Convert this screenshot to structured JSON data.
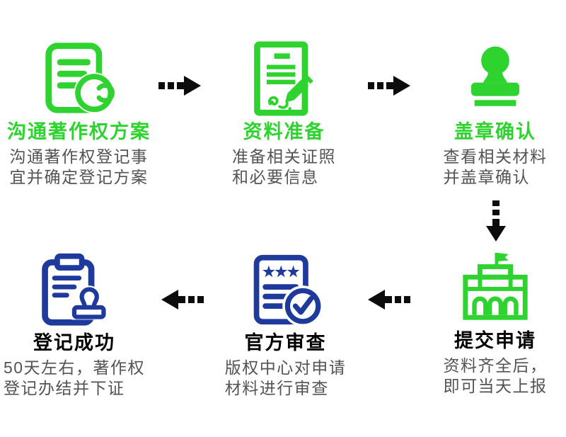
{
  "page": {
    "type": "copyright-registration-flowchart",
    "background": "#ffffff"
  },
  "colors": {
    "step_green": "#2fd32f",
    "step_blue": "#1d3a9c",
    "title_black": "#000000",
    "description_gray": "#535353",
    "arrow_black": "#0c0c0c"
  },
  "steps": [
    {
      "title": "沟通著作权方案",
      "desc1": "沟通著作权登记事",
      "desc2": "宜并确定登记方案",
      "icon": "document-copyright-icon",
      "icon_color": "#2fd32f",
      "title_color": "#2fd32f"
    },
    {
      "title": "资料准备",
      "desc1": "准备相关证照",
      "desc2": "和必要信息",
      "icon": "document-pencil-icon",
      "icon_color": "#2fd32f",
      "title_color": "#2fd32f"
    },
    {
      "title": "盖章确认",
      "desc1": "查看相关材料",
      "desc2": "并盖章确认",
      "icon": "stamp-icon",
      "icon_color": "#2fd32f",
      "title_color": "#2fd32f"
    },
    {
      "title": "提交申请",
      "desc1": "资料齐全后，",
      "desc2": "即可当天上报",
      "icon": "government-building-icon",
      "icon_color": "#2fd32f",
      "title_color": "#000000"
    },
    {
      "title": "官方审查",
      "desc1": "版权中心对申请",
      "desc2": "材料进行审查",
      "icon": "document-check-icon",
      "icon_color": "#1d3a9c",
      "title_color": "#000000"
    },
    {
      "title": "登记成功",
      "desc1": "50天左右，著作权",
      "desc2": "登记办结并下证",
      "icon": "clipboard-stamp-icon",
      "icon_color": "#1d3a9c",
      "title_color": "#000000"
    }
  ],
  "arrows": [
    {
      "name": "dashed-arrow-right-1",
      "direction": "right"
    },
    {
      "name": "dashed-arrow-right-2",
      "direction": "right"
    },
    {
      "name": "dashed-arrow-down",
      "direction": "down"
    },
    {
      "name": "dashed-arrow-left-1",
      "direction": "left"
    },
    {
      "name": "dashed-arrow-left-2",
      "direction": "left"
    }
  ]
}
